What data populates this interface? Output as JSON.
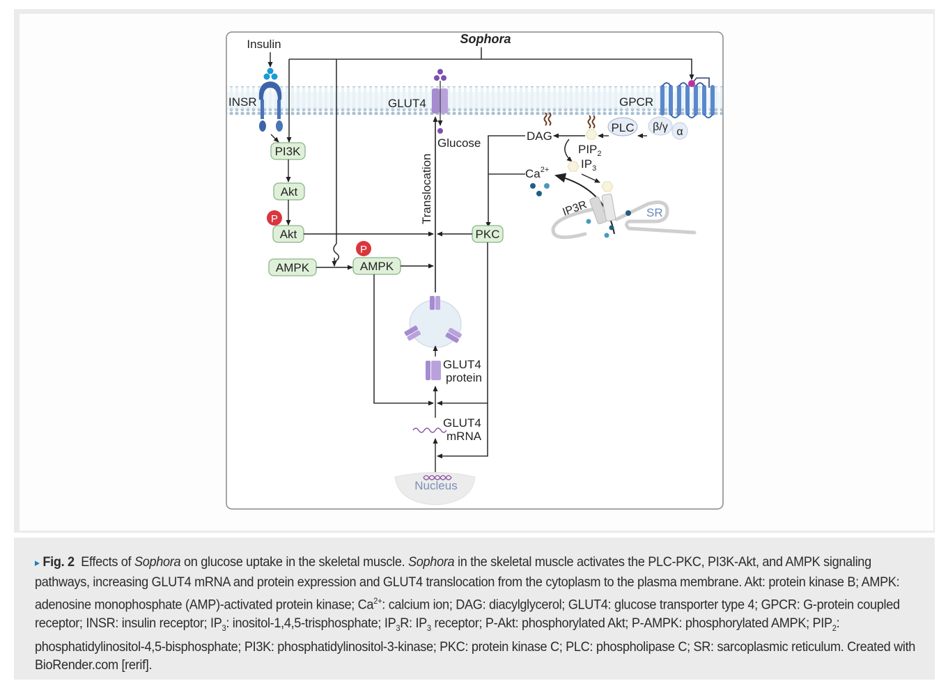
{
  "figure": {
    "title": "Sophora",
    "labels": {
      "insulin": "Insulin",
      "insr": "INSR",
      "glut4_membrane": "GLUT4",
      "gpcr": "GPCR",
      "plc": "PLC",
      "beta_gamma": "β/γ",
      "alpha": "α",
      "dag": "DAG",
      "pip2": "PIP",
      "pip2_sub": "2",
      "ip3": "IP",
      "ip3_sub": "3",
      "ca": "Ca",
      "ca_sup": "2+",
      "ip3r": "IP3R",
      "sr": "SR",
      "glucose": "Glucose",
      "translocation": "Translocation",
      "pi3k": "PI3K",
      "akt": "Akt",
      "p_akt": "Akt",
      "phospho": "P",
      "ampk": "AMPK",
      "p_ampk": "AMPK",
      "pkc": "PKC",
      "glut4_protein_1": "GLUT4",
      "glut4_protein_2": "protein",
      "glut4_mrna_1": "GLUT4",
      "glut4_mrna_2": "mRNA",
      "nucleus": "Nucleus"
    },
    "colors": {
      "node_fill": "#dff0d8",
      "node_stroke": "#8bb48a",
      "phospho": "#d9363e",
      "insr": "#3d64a8",
      "insulin": "#1a9ad6",
      "glut4": "#a68bd0",
      "gpcr": "#5a88cc",
      "ligand": "#c0309a",
      "membrane": "#a9c6d8",
      "ca_dark": "#1f5f86",
      "ca_light": "#4a9ab8",
      "sr_text": "#6a8bb8",
      "nucleus_text": "#7b8fb8"
    }
  },
  "caption": {
    "marker": "▸",
    "fig_label": "Fig. 2",
    "title_pre": "Effects of ",
    "title_italic": "Sophora",
    "title_post": " on glucose uptake in the skeletal muscle. ",
    "body_italic": "Sophora",
    "body_1": " in the skeletal muscle activates the PLC-PKC, PI3K-Akt, and AMPK signaling pathways, increasing GLUT4 mRNA and protein expression and GLUT4 translocation from the cytoplasm to the plasma membrane. Akt: protein kinase B; AMPK: adenosine monophosphate (AMP)-activated protein kinase; Ca",
    "ca_sup": "2+",
    "body_2": ": calcium ion; DAG: diacylglycerol; GLUT4: glucose transporter type 4; GPCR: G-protein coupled receptor; INSR: insulin receptor; IP",
    "sub3a": "3",
    "body_3": ": inositol-1,4,5-trisphosphate; IP",
    "sub3b": "3",
    "body_4": "R: IP",
    "sub3c": "3",
    "body_5": " receptor; P-Akt: phosphorylated Akt; P-AMPK: phosphorylated AMPK; PIP",
    "sub2": "2",
    "body_6": ": phosphatidylinositol-4,5-bisphosphate; PI3K: phosphatidylinositol-3-kinase; PKC: protein kinase C; PLC: phospholipase C; SR: sarcoplasmic reticulum. Created with BioRender.com [rerif]."
  }
}
